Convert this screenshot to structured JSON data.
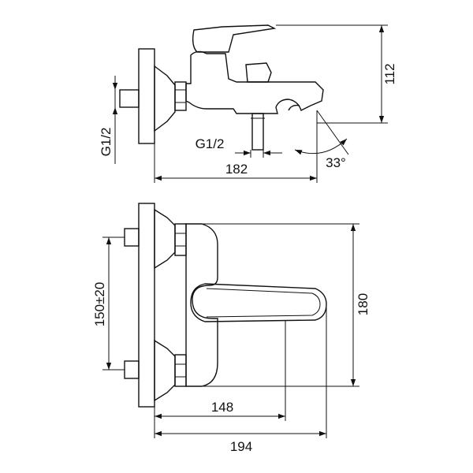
{
  "diagram": {
    "side_view": {
      "dims": {
        "height": "112",
        "width": "182",
        "thread_wall": "G1/2",
        "thread_outlet": "G1/2",
        "angle": "33°"
      }
    },
    "top_view": {
      "dims": {
        "height": "180",
        "spacing": "150±20",
        "to_handle": "148",
        "overall": "194"
      }
    }
  }
}
